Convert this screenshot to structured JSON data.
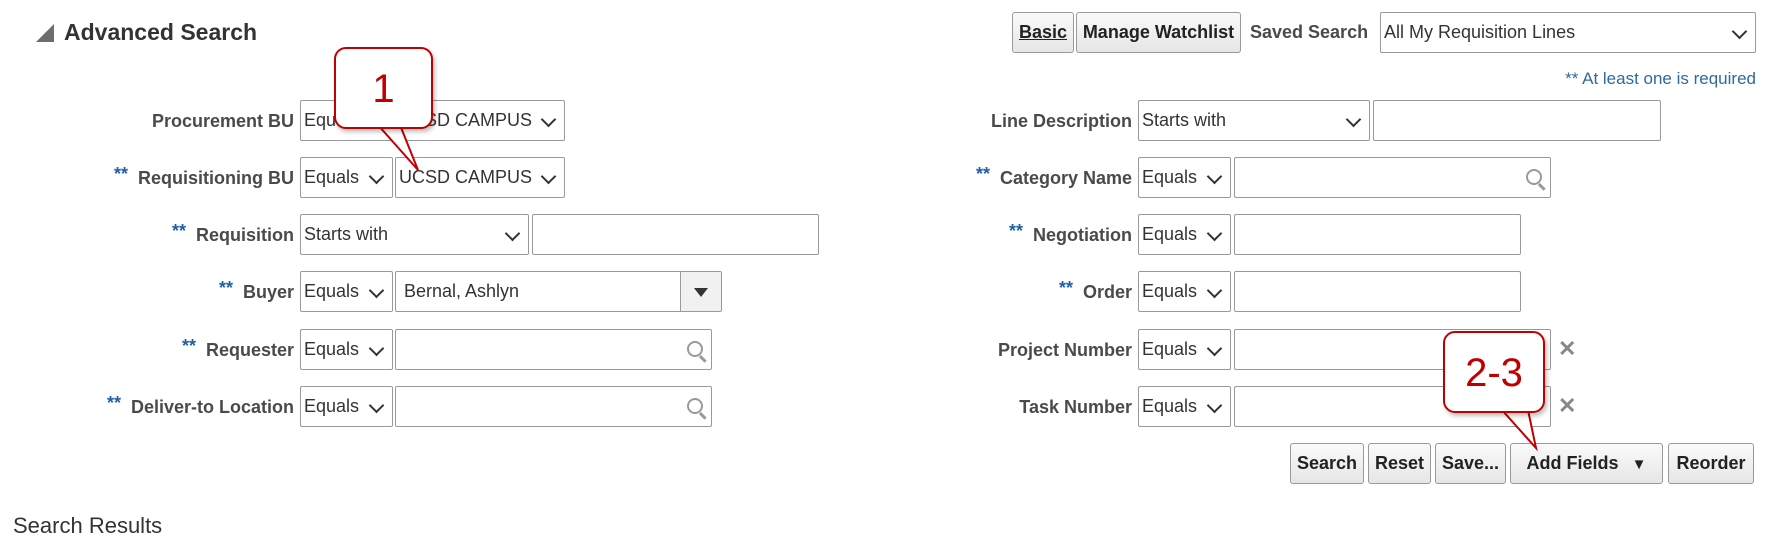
{
  "header": {
    "title": "Advanced Search",
    "basic_label": "Basic",
    "watchlist_label": "Manage Watchlist",
    "saved_search_label": "Saved Search",
    "saved_search_value": "All My Requisition Lines"
  },
  "required_note": "** At least one is required",
  "required_marker": "**",
  "left_fields": {
    "procurement_bu": {
      "label": "Procurement BU",
      "operator": "Equals",
      "value": "UCSD CAMPUS"
    },
    "requisitioning_bu": {
      "label": "Requisitioning BU",
      "operator": "Equals",
      "value": "UCSD CAMPUS"
    },
    "requisition": {
      "label": "Requisition",
      "operator": "Starts with",
      "value": ""
    },
    "buyer": {
      "label": "Buyer",
      "operator": "Equals",
      "value": "Bernal, Ashlyn"
    },
    "requester": {
      "label": "Requester",
      "operator": "Equals",
      "value": ""
    },
    "deliver_to": {
      "label": "Deliver-to Location",
      "operator": "Equals",
      "value": ""
    }
  },
  "right_fields": {
    "line_description": {
      "label": "Line Description",
      "operator": "Starts with",
      "value": ""
    },
    "category_name": {
      "label": "Category Name",
      "operator": "Equals",
      "value": ""
    },
    "negotiation": {
      "label": "Negotiation",
      "operator": "Equals",
      "value": ""
    },
    "order": {
      "label": "Order",
      "operator": "Equals",
      "value": ""
    },
    "project_number": {
      "label": "Project Number",
      "operator": "Equals",
      "value": ""
    },
    "task_number": {
      "label": "Task Number",
      "operator": "Equals",
      "value": ""
    }
  },
  "buttons": {
    "search": "Search",
    "reset": "Reset",
    "save": "Save...",
    "add_fields": "Add Fields",
    "reorder": "Reorder"
  },
  "results_heading": "Search Results",
  "callouts": {
    "first": "1",
    "second": "2-3"
  },
  "colors": {
    "callout": "#c00000",
    "required": "#1f5fa8"
  }
}
